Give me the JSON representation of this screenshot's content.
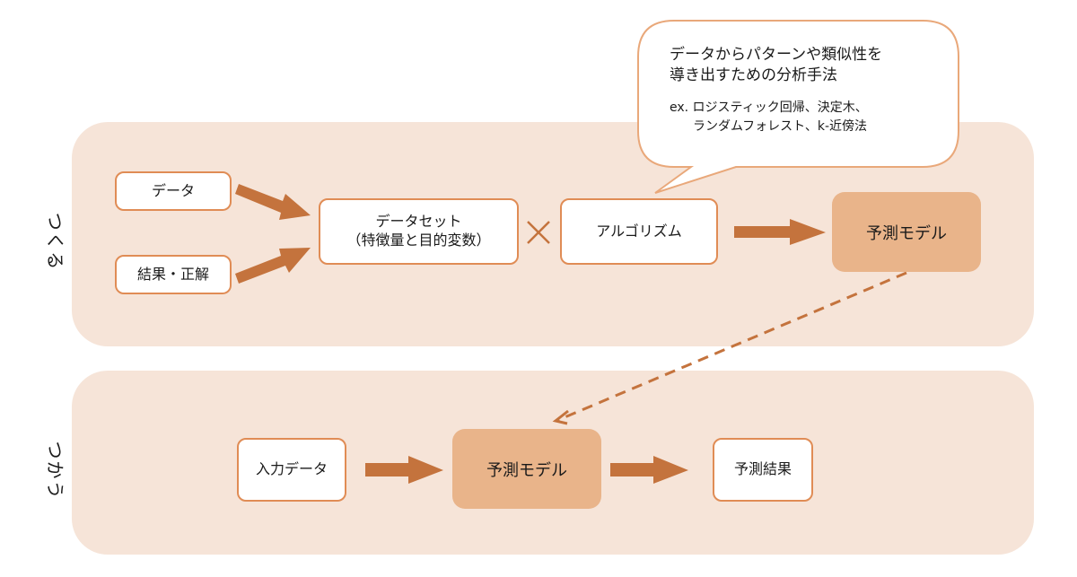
{
  "sections": {
    "make": {
      "label": "つくる"
    },
    "use": {
      "label": "つかう"
    }
  },
  "make_flow": {
    "input_data": "データ",
    "input_labels": "結果・正解",
    "dataset_line1": "データセット",
    "dataset_line2": "（特徴量と目的変数）",
    "operator": "×",
    "algorithm": "アルゴリズム",
    "model": "予測モデル"
  },
  "use_flow": {
    "input": "入力データ",
    "model": "予測モデル",
    "output": "予測結果"
  },
  "callout": {
    "line1": "データからパターンや類似性を",
    "line2": "導き出すための分析手法",
    "example_line1": "ex. ロジスティック回帰、決定木、",
    "example_line2": "ランダムフォレスト、k-近傍法"
  },
  "colors": {
    "panel_bg": "#f6e4d8",
    "box_border": "#e08c55",
    "model_fill": "#e9b48a",
    "arrow": "#c4733d"
  }
}
